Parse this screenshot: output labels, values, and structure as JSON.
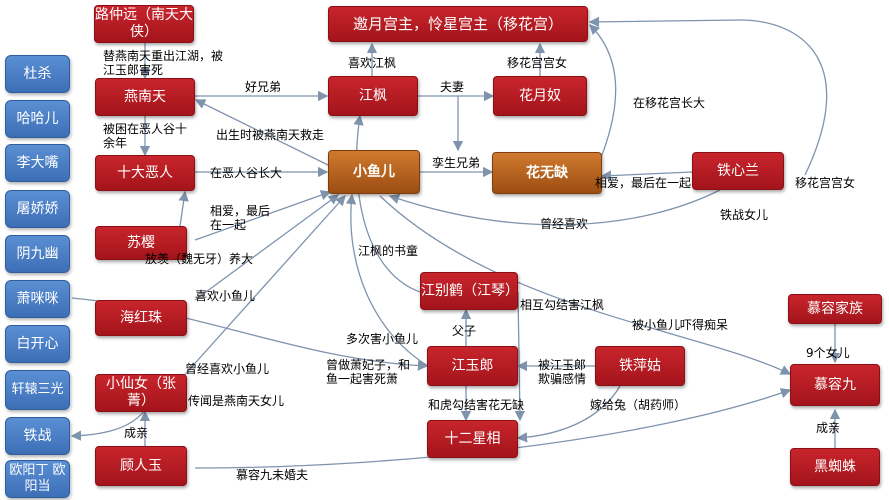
{
  "nodes": {
    "lu_zhongyuan": "路仲远（南天大侠）",
    "yaoyue": "邀月宫主，怜星宫主（移花宫）",
    "yan_nantian": "燕南天",
    "jiang_feng": "江枫",
    "hua_yuenu": "花月奴",
    "shida_eren": "十大恶人",
    "xiao_yuer": "小鱼儿",
    "hua_wuque": "花无缺",
    "tie_xinlan": "铁心兰",
    "su_ying": "苏樱",
    "jiang_biehe": "江别鹤（江琴）",
    "murong_jiazu": "慕容家族",
    "hai_hongzhu": "海红珠",
    "jiang_yulang": "江玉郎",
    "tie_pinggu": "铁萍姑",
    "murong_jiu": "慕容九",
    "xiao_xiannv": "小仙女（张菁）",
    "shier_xingxiang": "十二星相",
    "gu_renyu": "顾人玉",
    "hei_zhizhu": "黑蜘蛛"
  },
  "sidebar": [
    "杜杀",
    "哈哈儿",
    "李大嘴",
    "屠娇娇",
    "阴九幽",
    "萧咪咪",
    "白开心",
    "轩辕三光",
    "铁战",
    "欧阳丁 欧阳当"
  ],
  "labels": {
    "l1": "替燕南天重出江湖，被江玉郎害死",
    "l2": "喜欢江枫",
    "l3": "移花宫宫女",
    "l4": "好兄弟",
    "l5": "夫妻",
    "l6": "在移花宫长大",
    "l7": "被困在恶人谷十余年",
    "l8": "出生时被燕南天救走",
    "l9": "孪生兄弟",
    "l10": "在恶人谷长大",
    "l11": "相爱，最后在一起",
    "l12": "移花宫宫女",
    "l13": "相爱，最后在一起",
    "l14": "铁战女儿",
    "l15": "曾经喜欢",
    "l16": "放羡（魏无牙）养大",
    "l17": "江枫的书童",
    "l18": "喜欢小鱼儿",
    "l19": "相互勾结害江枫",
    "l20": "被小鱼儿吓得痴呆",
    "l21": "父子",
    "l22": "多次害小鱼儿",
    "l23": "9个女儿",
    "l24": "曾做萧妃子，和鱼一起害死萧",
    "l25": "被江玉郎欺骗感情",
    "l26": "曾经喜欢小鱼儿",
    "l27": "传闻是燕南天女儿",
    "l28": "和虎勾结害花无缺",
    "l29": "嫁给兔（胡药师）",
    "l30": "成亲",
    "l31": "成亲",
    "l32": "慕容九未婚夫"
  }
}
